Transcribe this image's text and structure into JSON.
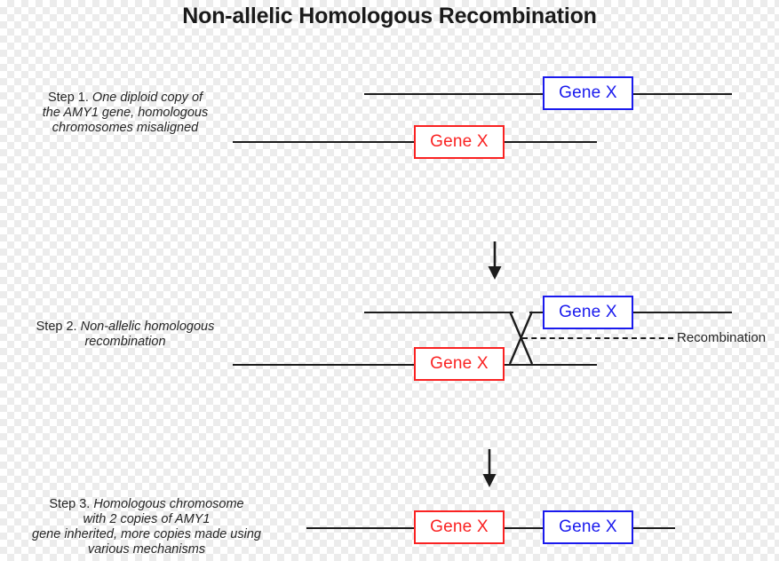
{
  "figure": {
    "title": "Non-allelic Homologous Recombination",
    "colors": {
      "gene_blue": "#1a1aee",
      "gene_red": "#fa2222",
      "line_black": "#1c1c1c",
      "text": "#252525",
      "title": "#1a1a1a",
      "box_fill": "#ffffff",
      "canvas": "transparent-checkerboard"
    }
  },
  "steps": [
    {
      "id": "step-1",
      "number": "Step 1.",
      "lines": [
        "One diploid copy of",
        "the AMY1 gene, homologous",
        "chromosomes misaligned"
      ],
      "genes": [
        {
          "label": "Gene X",
          "color": "blue",
          "chromosome": "upper"
        },
        {
          "label": "Gene X",
          "color": "red",
          "chromosome": "lower"
        }
      ]
    },
    {
      "id": "step-2",
      "number": "Step 2.",
      "lines": [
        "Non-allelic homologous",
        "recombination"
      ],
      "genes": [
        {
          "label": "Gene X",
          "color": "blue",
          "chromosome": "upper"
        },
        {
          "label": "Gene X",
          "color": "red",
          "chromosome": "lower"
        }
      ],
      "annotation": "Recombination"
    },
    {
      "id": "step-3",
      "number": "Step 3.",
      "lines": [
        "Homologous chromosome",
        "with 2 copies of AMY1",
        "gene inherited, more copies made using",
        "various mechanisms"
      ],
      "genes": [
        {
          "label": "Gene X",
          "color": "red",
          "chromosome": "single"
        },
        {
          "label": "Gene X",
          "color": "blue",
          "chromosome": "single"
        }
      ]
    }
  ],
  "icons": {
    "arrow_down": "down-arrow",
    "crossover": "crossover-x"
  }
}
